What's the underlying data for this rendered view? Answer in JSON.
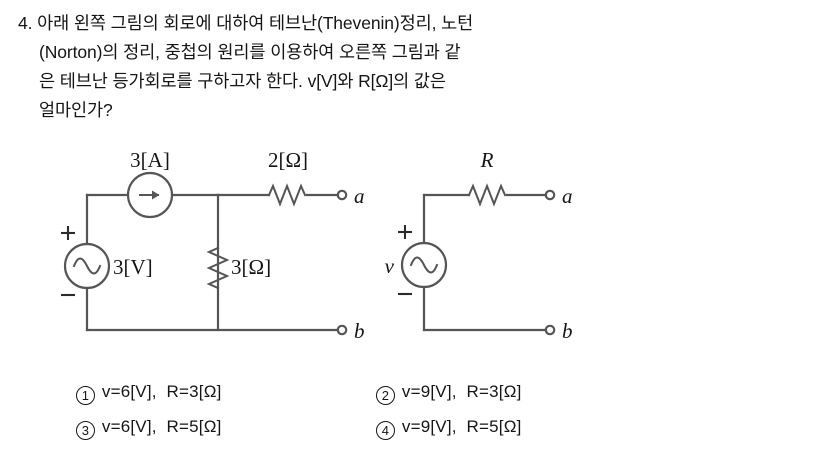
{
  "question": {
    "number": "4.",
    "lines": [
      "4. 아래 왼쪽 그림의 회로에 대하여 테브난(Thevenin)정리, 노턴",
      "(Norton)의 정리, 중첩의 원리를 이용하여 오른쪽 그림과 같",
      "은 테브난 등가회로를 구하고자 한다. v[V]와 R[Ω]의 값은",
      "얼마인가?"
    ]
  },
  "figure": {
    "left_circuit": {
      "name": "original-circuit",
      "current_source_label": "3[A]",
      "voltage_source_label": "3[V]",
      "series_resistor_label": "2[Ω]",
      "shunt_resistor_label": "3[Ω]",
      "plus_sign": "+",
      "minus_sign": "−",
      "terminal_a": "a",
      "terminal_b": "b"
    },
    "right_circuit": {
      "name": "thevenin-equivalent-circuit",
      "voltage_source_label": "v",
      "resistor_label": "R",
      "plus_sign": "+",
      "minus_sign": "−",
      "terminal_a": "a",
      "terminal_b": "b"
    },
    "line_color": "#555555",
    "text_color": "#151515"
  },
  "choices": [
    {
      "marker": "1",
      "text": "v=6[V],  R=3[Ω]"
    },
    {
      "marker": "2",
      "text": "v=9[V],  R=3[Ω]"
    },
    {
      "marker": "3",
      "text": "v=6[V],  R=5[Ω]"
    },
    {
      "marker": "4",
      "text": "v=9[V],  R=5[Ω]"
    }
  ]
}
